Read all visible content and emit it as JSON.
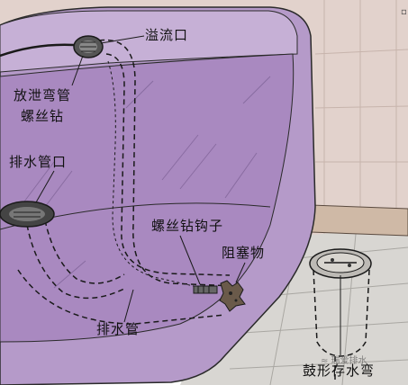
{
  "labels": {
    "overflow_port": "溢流口",
    "drain_elbow": "放泄弯管",
    "auger": "螺丝钻",
    "drain_outlet": "排水管口",
    "auger_hook": "螺丝钻钩子",
    "blockage": "阻塞物",
    "drain_pipe": "排水管",
    "drum_trap": "鼓形存水弯"
  },
  "watermark": "≈ 瑞爱排水",
  "colors": {
    "tub": "#b59ac9",
    "tub_dark": "#8e72a6",
    "wall": "#e2d2cc",
    "floor": "#d8d6d2",
    "line": "#2a2a2a"
  }
}
